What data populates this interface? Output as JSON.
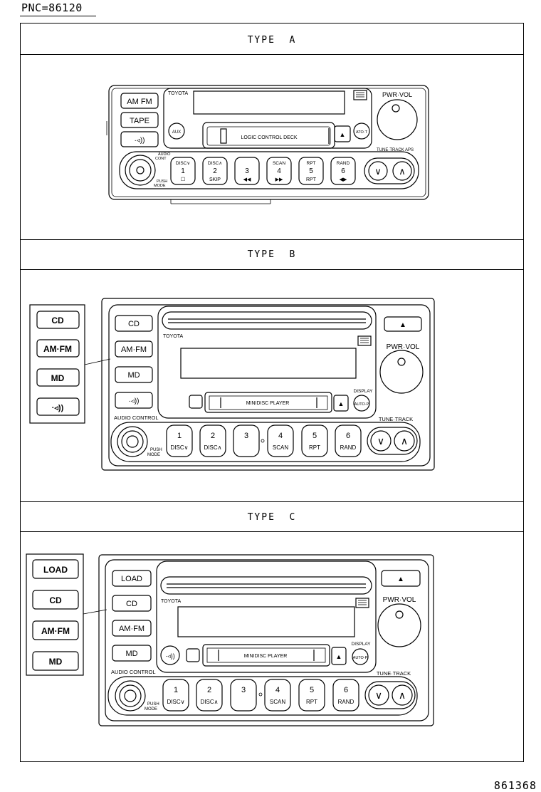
{
  "header": {
    "pnc": "PNC=86120"
  },
  "footer": {
    "ref_number": "861368"
  },
  "type_a": {
    "title": "TYPE  A",
    "buttons": {
      "am_fm": "AM FM",
      "tape": "TAPE",
      "speaker": "·◃))",
      "aux": "AUX",
      "ato": "ATO·T"
    },
    "brand": "TOYOTA",
    "deck_label": "LOGIC  CONTROL  DECK",
    "pwr_vol": "PWR·VOL",
    "tune_track": "TUNE·TRACK APS",
    "audio_cont": [
      "AUDIO",
      "CONT"
    ],
    "push_mode": [
      "PUSH",
      "MODE"
    ],
    "presets": [
      {
        "top": "DISC∨",
        "num": "1",
        "sub": "☐"
      },
      {
        "top": "DISC∧",
        "num": "2",
        "sub": "SKIP"
      },
      {
        "top": "",
        "num": "3",
        "sub": "◀◀"
      },
      {
        "top": "SCAN",
        "num": "4",
        "sub": "▶▶"
      },
      {
        "top": "RPT",
        "num": "5",
        "sub": "RPT"
      },
      {
        "top": "RAND",
        "num": "6",
        "sub": "◀▶"
      }
    ]
  },
  "type_b": {
    "title": "TYPE  B",
    "callout": [
      "CD",
      "AM·FM",
      "MD",
      "·◃))"
    ],
    "buttons": [
      "CD",
      "AM·FM",
      "MD",
      "·◃))"
    ],
    "brand": "TOYOTA",
    "md_label": "MINIDISC PLAYER",
    "display": "DISPLAY",
    "auto_p": "AUTO·P",
    "eject": "▲",
    "pwr_vol": "PWR·VOL",
    "audio_control": "AUDIO CONTROL",
    "tune_track": "TUNE·TRACK",
    "push_mode": [
      "PUSH",
      "MODE"
    ],
    "presets": [
      {
        "num": "1",
        "sub": "DISC∨"
      },
      {
        "num": "2",
        "sub": "DISC∧"
      },
      {
        "num": "3",
        "sub": ""
      },
      {
        "num": "4",
        "sub": "SCAN"
      },
      {
        "num": "5",
        "sub": "RPT"
      },
      {
        "num": "6",
        "sub": "RAND"
      }
    ]
  },
  "type_c": {
    "title": "TYPE  C",
    "callout": [
      "LOAD",
      "CD",
      "AM·FM",
      "MD"
    ],
    "buttons": [
      "LOAD",
      "CD",
      "AM·FM",
      "MD"
    ],
    "speaker": "·◃))",
    "brand": "TOYOTA",
    "md_label": "MINIDISC PLAYER",
    "display": "DISPLAY",
    "auto_p": "AUTO·P",
    "eject": "▲",
    "pwr_vol": "PWR·VOL",
    "audio_control": "AUDIO CONTROL",
    "tune_track": "TUNE·TRACK",
    "push_mode": [
      "PUSH",
      "MODE"
    ],
    "presets": [
      {
        "num": "1",
        "sub": "DISC∨"
      },
      {
        "num": "2",
        "sub": "DISC∧"
      },
      {
        "num": "3",
        "sub": ""
      },
      {
        "num": "4",
        "sub": "SCAN"
      },
      {
        "num": "5",
        "sub": "RPT"
      },
      {
        "num": "6",
        "sub": "RAND"
      }
    ]
  }
}
